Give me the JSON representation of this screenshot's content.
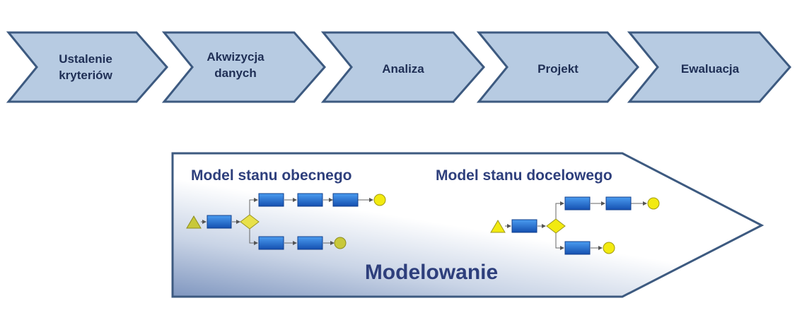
{
  "process_steps": [
    {
      "line1": "Ustalenie",
      "line2": "kryteriów"
    },
    {
      "line1": "Akwizycja",
      "line2": "danych"
    },
    {
      "line1": "Analiza",
      "line2": ""
    },
    {
      "line1": "Projekt",
      "line2": ""
    },
    {
      "line1": "Ewaluacja",
      "line2": ""
    }
  ],
  "modeling": {
    "label": "Modelowanie",
    "current_model_title": "Model stanu obecnego",
    "target_model_title": "Model stanu docelowego"
  },
  "colors": {
    "chevron_fill": "#b7cbe2",
    "chevron_stroke": "#3d5a80",
    "task_box": "#1f6fd1",
    "gateway": "#e8e14a",
    "start_event": "#c8c83a",
    "end_event": "#f2ea10"
  }
}
